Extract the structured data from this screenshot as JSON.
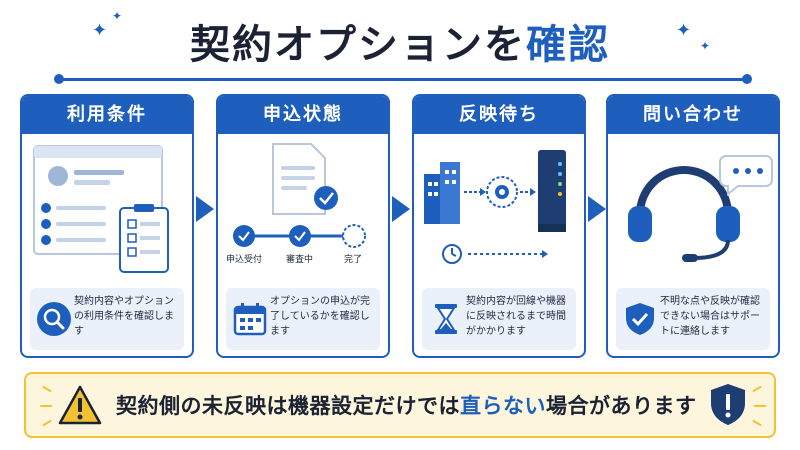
{
  "title": {
    "main": "契約オプションを",
    "accent": "確認"
  },
  "cards": [
    {
      "heading": "利用条件",
      "note": "契約内容やオプションの利用条件を確認します",
      "icon": "magnifier-icon"
    },
    {
      "heading": "申込状態",
      "note": "オプションの申込が完了しているかを確認します",
      "icon": "calendar-icon",
      "steps": [
        "申込受付",
        "審査中",
        "完了"
      ]
    },
    {
      "heading": "反映待ち",
      "note": "契約内容が回線や機器に反映されるまで時間がかかります",
      "icon": "hourglass-icon"
    },
    {
      "heading": "問い合わせ",
      "note": "不明な点や反映が確認できない場合はサポートに連絡します",
      "icon": "shield-check-icon"
    }
  ],
  "banner": {
    "text_before": "契約側の未反映は機器設定だけでは",
    "text_accent": "直らない",
    "text_after": "場合があります"
  },
  "colors": {
    "accent": "#1e5fbd",
    "warning": "#f1c232",
    "banner_bg": "#fdf6dc",
    "note_bg": "#eaf1fb"
  }
}
